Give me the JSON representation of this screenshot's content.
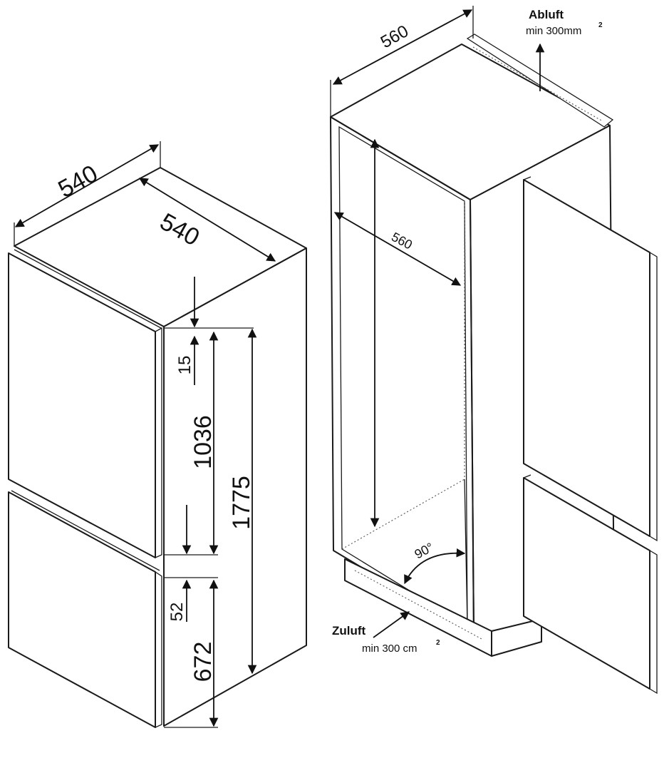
{
  "left_appliance": {
    "width_top": "540",
    "depth_top": "540",
    "dim_top_gap": "15",
    "dim_upper_door": "1036",
    "dim_total_height": "1775",
    "dim_mid_gap": "52",
    "dim_lower_door": "672"
  },
  "right_niche": {
    "width_top": "560",
    "depth_inner": "560",
    "angle": "90°",
    "exhaust": {
      "label": "Abluft",
      "spec": "min 300mm",
      "spec_sup": "2"
    },
    "intake": {
      "label": "Zuluft",
      "spec": "min 300 cm",
      "spec_sup": "2"
    }
  }
}
